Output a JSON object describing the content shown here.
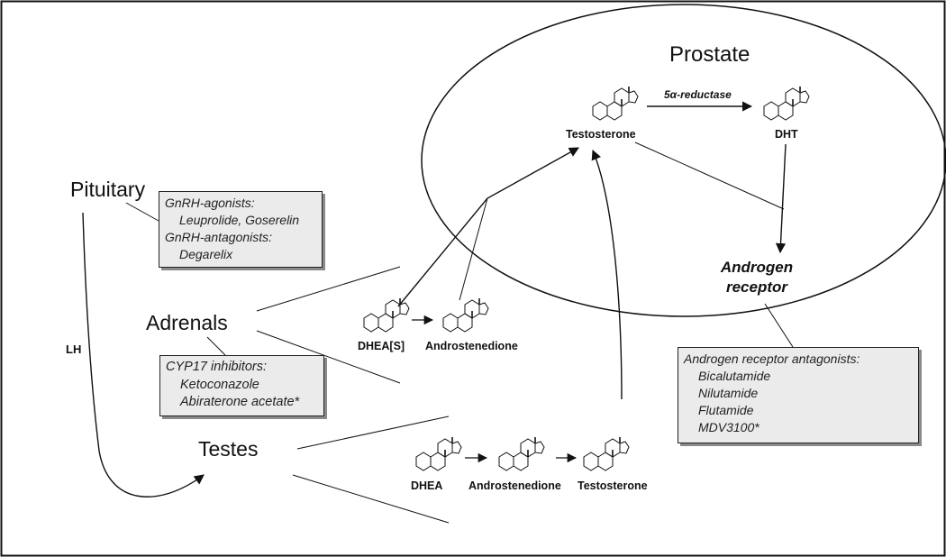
{
  "organs": {
    "prostate": "Prostate",
    "pituitary": "Pituitary",
    "adrenals": "Adrenals",
    "testes": "Testes"
  },
  "hormone_signal": "LH",
  "prostate_pathway": {
    "substrate": "Testosterone",
    "enzyme": "5α-reductase",
    "product": "DHT",
    "receptor_line1": "Androgen",
    "receptor_line2": "receptor"
  },
  "adrenal_pathway": {
    "precursor": "DHEA[S]",
    "product": "Androstenedione"
  },
  "testicular_pathway": {
    "precursor": "DHEA",
    "intermediate": "Androstenedione",
    "product": "Testosterone"
  },
  "drug_boxes": {
    "gnrh": {
      "agonists_heading": "GnRH-agonists:",
      "agonists": "Leuprolide, Goserelin",
      "antagonists_heading": "GnRH-antagonists:",
      "antagonists": "Degarelix"
    },
    "cyp17": {
      "heading": "CYP17 inhibitors:",
      "items": [
        "Ketoconazole",
        "Abiraterone acetate*"
      ]
    },
    "ar_antagonists": {
      "heading": "Androgen receptor antagonists:",
      "items": [
        "Bicalutamide",
        "Nilutamide",
        "Flutamide",
        "MDV3100*"
      ]
    }
  },
  "colors": {
    "ink": "#111111",
    "box_fill": "#ebebeb",
    "box_shadow": "#8a8a8a",
    "background": "#ffffff"
  }
}
